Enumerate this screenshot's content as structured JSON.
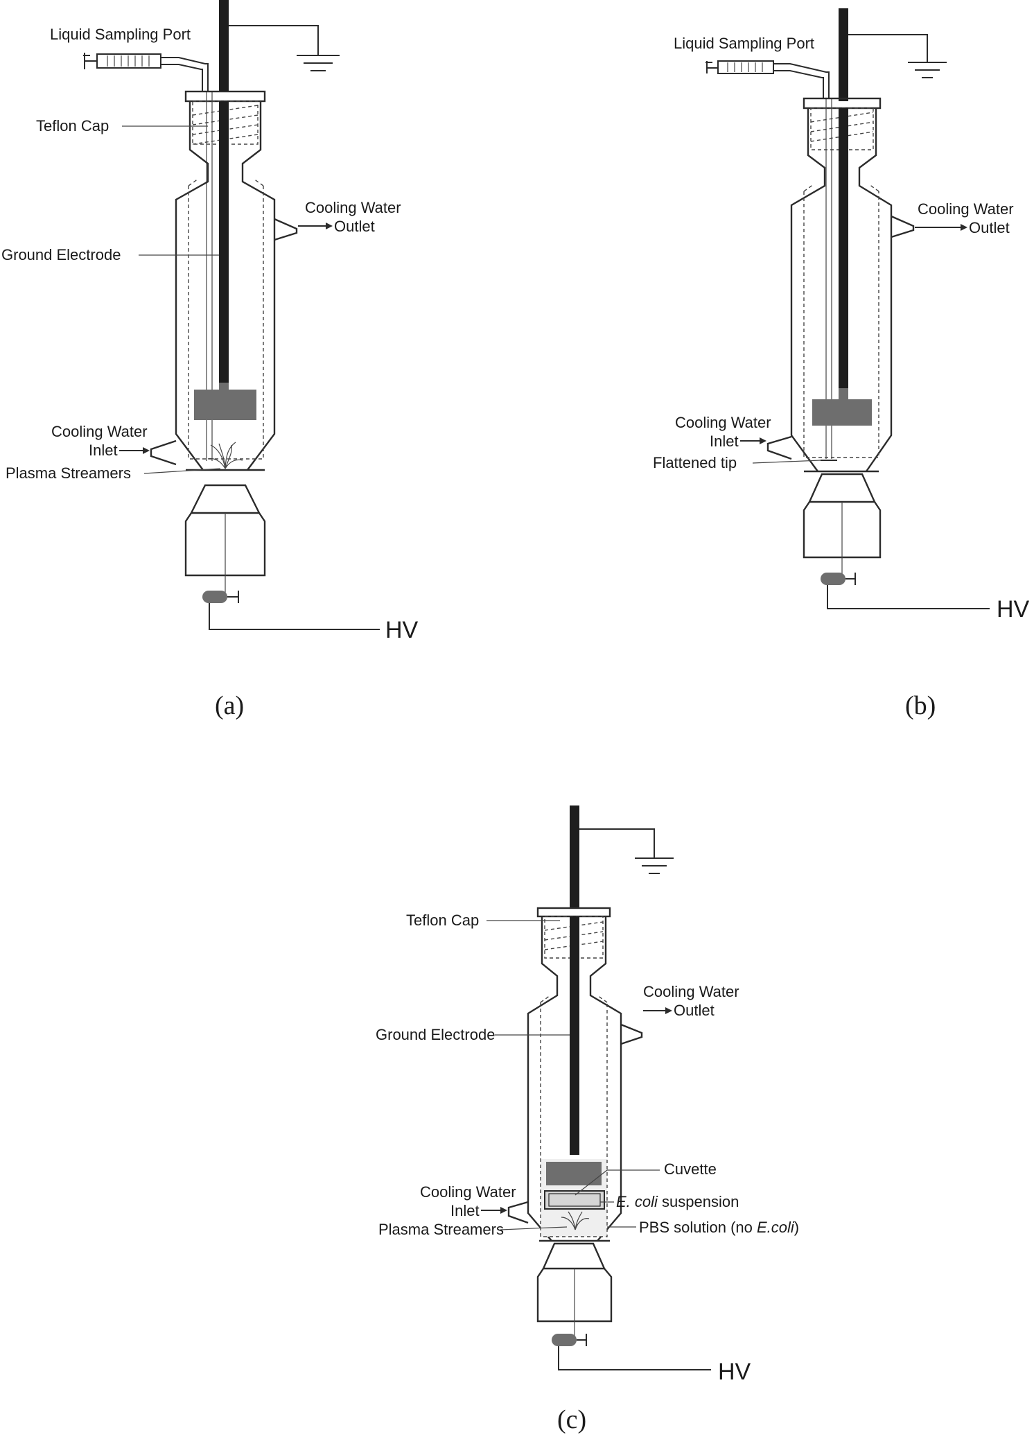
{
  "panels": {
    "a": {
      "caption": "(a)",
      "labels": {
        "liquid_sampling_port": "Liquid Sampling Port",
        "teflon_cap": "Teflon Cap",
        "cooling_water_outlet_l1": "Cooling Water",
        "cooling_water_outlet_l2": "Outlet",
        "ground_electrode": "Ground Electrode",
        "cooling_water_inlet_l1": "Cooling Water",
        "cooling_water_inlet_l2": "Inlet",
        "plasma_streamers": "Plasma Streamers",
        "hv": "HV"
      }
    },
    "b": {
      "caption": "(b)",
      "labels": {
        "liquid_sampling_port": "Liquid Sampling Port",
        "cooling_water_outlet_l1": "Cooling Water",
        "cooling_water_outlet_l2": "Outlet",
        "cooling_water_inlet_l1": "Cooling Water",
        "cooling_water_inlet_l2": "Inlet",
        "flattened_tip": "Flattened tip",
        "hv": "HV"
      }
    },
    "c": {
      "caption": "(c)",
      "labels": {
        "teflon_cap": "Teflon Cap",
        "cooling_water_outlet_l1": "Cooling Water",
        "cooling_water_outlet_l2": "Outlet",
        "ground_electrode": "Ground Electrode",
        "cuvette": "Cuvette",
        "ecoli_italic": "E. coli",
        "ecoli_rest": " suspension",
        "cooling_water_inlet_l1": "Cooling Water",
        "cooling_water_inlet_l2": "Inlet",
        "plasma_streamers": "Plasma Streamers",
        "pbs_prefix": "PBS solution (no ",
        "pbs_italic": "E.coli",
        "pbs_suffix": ")",
        "hv": "HV"
      }
    }
  },
  "colors": {
    "electrode": "#1e1e1e",
    "electrode_head": "#6e6e6e",
    "cuvette_fill": "#d6d6d6",
    "liquid_fill": "#efefef"
  }
}
